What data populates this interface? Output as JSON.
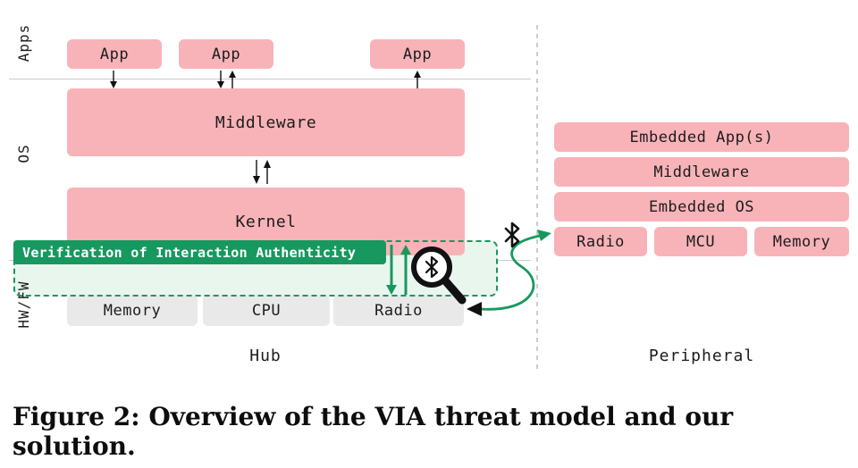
{
  "caption": "Figure 2: Overview of the VIA threat model and our solution.",
  "hub": {
    "label": "Hub",
    "axis": {
      "apps": "Apps",
      "os": "OS",
      "hwfw": "HW/FW"
    },
    "apps": [
      "App",
      "App",
      "App"
    ],
    "middleware": "Middleware",
    "kernel": "Kernel",
    "via_banner": "Verification of Interaction Authenticity",
    "hw": [
      "Memory",
      "CPU",
      "Radio"
    ]
  },
  "peripheral": {
    "label": "Peripheral",
    "layers": [
      "Embedded App(s)",
      "Middleware",
      "Embedded OS"
    ],
    "hw": [
      "Radio",
      "MCU",
      "Memory"
    ]
  },
  "icons": {
    "magnifier": "magnifier-icon",
    "bluetooth": "bluetooth-icon"
  },
  "colors": {
    "pink": "#f8b3b8",
    "gray": "#e9e9e9",
    "green": "#17985f",
    "light_green": "#e9f6ee"
  }
}
